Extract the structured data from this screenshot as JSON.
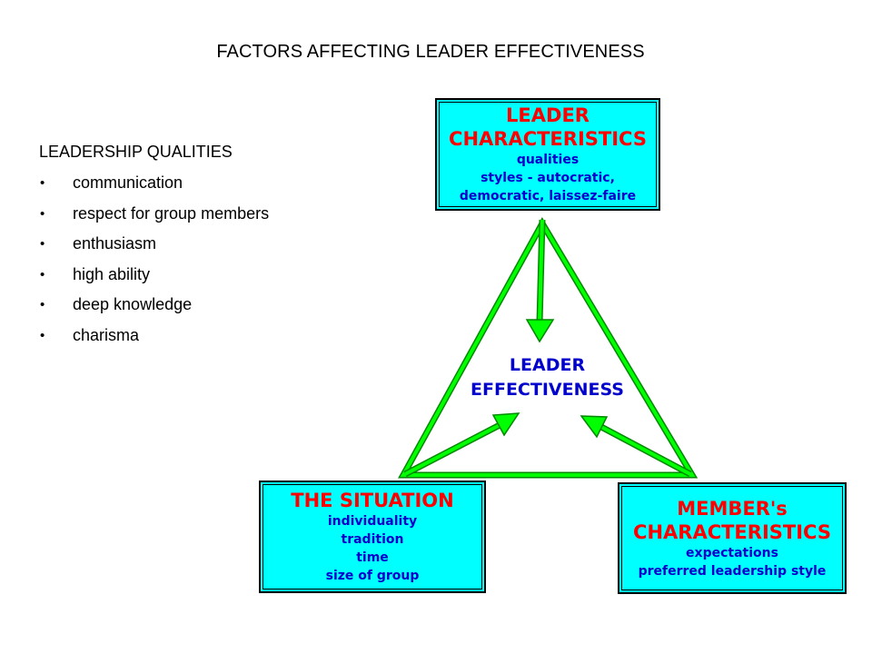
{
  "title": "FACTORS AFFECTING LEADER EFFECTIVENESS",
  "leadership_qualities": {
    "heading": "LEADERSHIP QUALITIES",
    "bullet_glyph": "•",
    "items": [
      "communication",
      "respect for group members",
      "enthusiasm",
      "high ability",
      "deep knowledge",
      "charisma"
    ]
  },
  "diagram": {
    "leader_box": {
      "heading": [
        "LEADER",
        "CHARACTERISTICS"
      ],
      "lines": [
        "qualities",
        "styles - autocratic,",
        "democratic, laissez-faire"
      ]
    },
    "center": {
      "lines": [
        "LEADER",
        "EFFECTIVENESS"
      ]
    },
    "situation_box": {
      "heading": [
        "THE SITUATION"
      ],
      "lines": [
        "individuality",
        "tradition",
        "time",
        "size of group"
      ]
    },
    "member_box": {
      "heading": [
        "MEMBER's",
        "CHARACTERISTICS"
      ],
      "lines": [
        "expectations",
        "preferred leadership style"
      ]
    }
  },
  "colors": {
    "box_fill": "#00ffff",
    "heading_text": "#ff0000",
    "detail_text": "#0000cc",
    "triangle_green": "#00ff00",
    "triangle_outline": "#008800"
  }
}
